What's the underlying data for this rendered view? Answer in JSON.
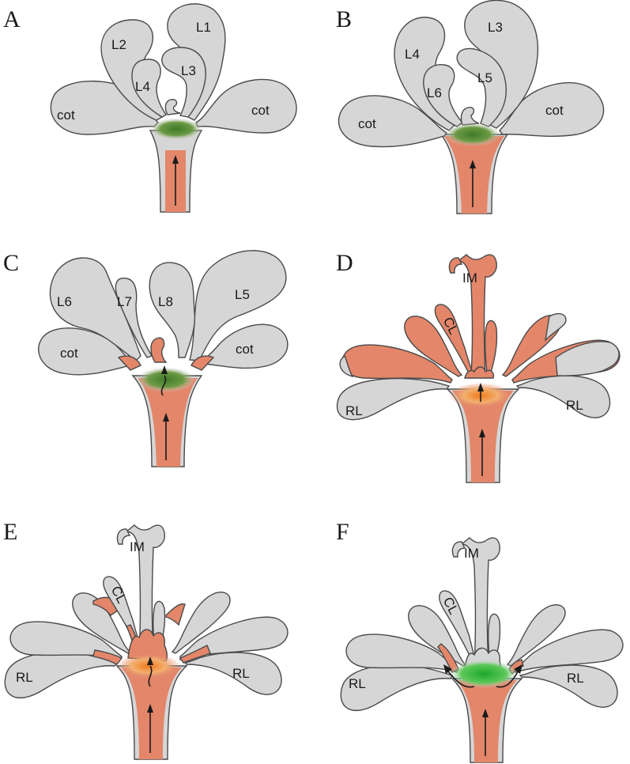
{
  "colors": {
    "leaf_fill": "#d6d6d6",
    "outline": "#4a4a4a",
    "auxin_red": "#e3866a",
    "meristem_green": "#5a8a3a",
    "bright_green": "#2ea83a",
    "orange_glow": "#f08a2a"
  },
  "panels": [
    {
      "letter": "A",
      "labels": [
        "L1",
        "L2",
        "L3",
        "L4",
        "cot",
        "cot"
      ]
    },
    {
      "letter": "B",
      "labels": [
        "L3",
        "L4",
        "L5",
        "L6",
        "cot",
        "cot"
      ]
    },
    {
      "letter": "C",
      "labels": [
        "L6",
        "L7",
        "L8",
        "L5",
        "cot",
        "cot"
      ]
    },
    {
      "letter": "D",
      "labels": [
        "IM",
        "CL",
        "RL",
        "RL"
      ]
    },
    {
      "letter": "E",
      "labels": [
        "IM",
        "CL",
        "RL",
        "RL"
      ]
    },
    {
      "letter": "F",
      "labels": [
        "IM",
        "CL",
        "RL",
        "RL"
      ]
    }
  ]
}
